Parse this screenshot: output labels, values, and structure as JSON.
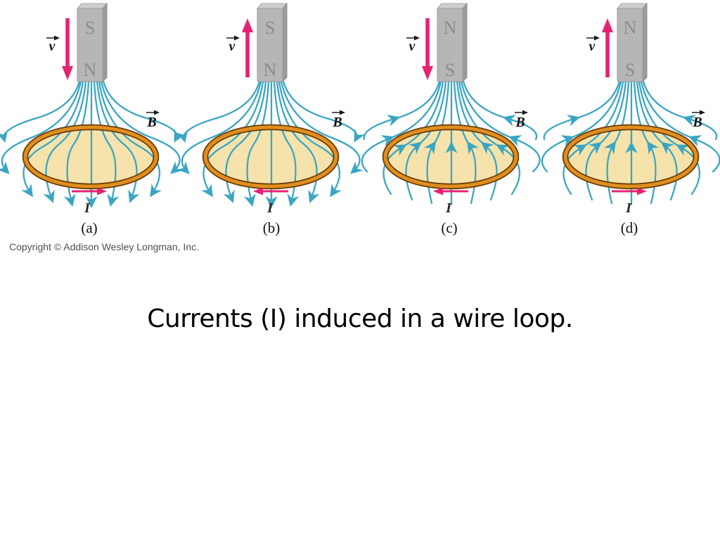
{
  "figure": {
    "copyright": "Copyright © Addison Wesley Longman, Inc.",
    "colors": {
      "field_line": "#3aa6c4",
      "arrow_pink": "#e62270",
      "loop_ring_orange": "#df8f1f",
      "loop_ring_outline": "#6a3a08",
      "loop_fill": "#f5e3ab",
      "magnet_grey": "#b6b6b6"
    },
    "panels": [
      {
        "label": "(a)",
        "pole_top": "S",
        "pole_bottom": "N",
        "velocity_label": "v",
        "velocity_direction": "down",
        "field_label": "B",
        "field_line_arrows": "outward",
        "current_label": "I",
        "current_direction": "right"
      },
      {
        "label": "(b)",
        "pole_top": "S",
        "pole_bottom": "N",
        "velocity_label": "v",
        "velocity_direction": "up",
        "field_label": "B",
        "field_line_arrows": "outward",
        "current_label": "I",
        "current_direction": "left"
      },
      {
        "label": "(c)",
        "pole_top": "N",
        "pole_bottom": "S",
        "velocity_label": "v",
        "velocity_direction": "down",
        "field_label": "B",
        "field_line_arrows": "toward-magnet",
        "current_label": "I",
        "current_direction": "left"
      },
      {
        "label": "(d)",
        "pole_top": "N",
        "pole_bottom": "S",
        "velocity_label": "v",
        "velocity_direction": "up",
        "field_label": "B",
        "field_line_arrows": "toward-magnet",
        "current_label": "I",
        "current_direction": "right"
      }
    ]
  },
  "caption": "Currents (I) induced in a wire loop."
}
